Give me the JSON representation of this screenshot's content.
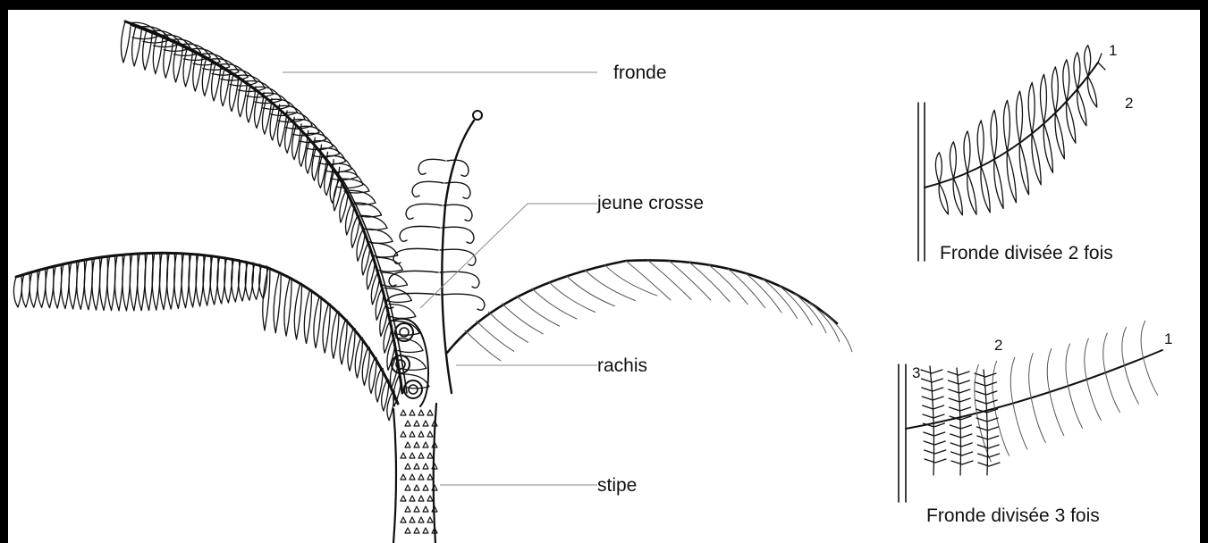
{
  "labels": {
    "fronde": "fronde",
    "jeune_crosse": "jeune crosse",
    "rachis": "rachis",
    "stipe": "stipe"
  },
  "insets": {
    "twice": {
      "caption": "Fronde divisée 2 fois",
      "markers": [
        "1",
        "2"
      ]
    },
    "thrice": {
      "caption": "Fronde divisée 3 fois",
      "markers": [
        "1",
        "2",
        "3"
      ]
    }
  },
  "colors": {
    "ink": "#111111",
    "leader": "#8a8a8a",
    "frame": "#000000",
    "background": "#ffffff"
  }
}
